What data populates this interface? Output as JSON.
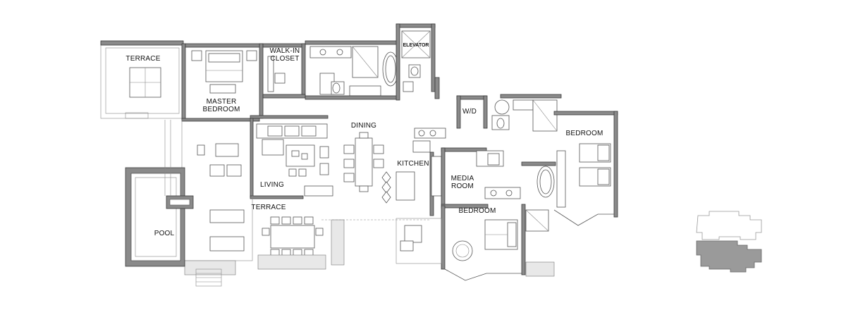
{
  "rooms": [
    {
      "id": "terrace-top",
      "lines": [
        "TERRACE"
      ]
    },
    {
      "id": "master-bedroom",
      "lines": [
        "MASTER",
        "BEDROOM"
      ]
    },
    {
      "id": "walk-in-closet",
      "lines": [
        "WALK-IN",
        "CLOSET"
      ]
    },
    {
      "id": "elevator",
      "lines": [
        "ELEVATOR"
      ]
    },
    {
      "id": "wd",
      "lines": [
        "W/D"
      ]
    },
    {
      "id": "dining",
      "lines": [
        "DINING"
      ]
    },
    {
      "id": "kitchen",
      "lines": [
        "KITCHEN"
      ]
    },
    {
      "id": "living",
      "lines": [
        "LIVING"
      ]
    },
    {
      "id": "terrace-main",
      "lines": [
        "TERRACE"
      ]
    },
    {
      "id": "pool",
      "lines": [
        "POOL"
      ]
    },
    {
      "id": "media-room",
      "lines": [
        "MEDIA",
        "ROOM"
      ]
    },
    {
      "id": "bedroom-south",
      "lines": [
        "BEDROOM"
      ]
    },
    {
      "id": "bedroom-east",
      "lines": [
        "BEDROOM"
      ]
    }
  ],
  "key_plan": {
    "highlighted": "lower-unit"
  },
  "colors": {
    "wall": "#8a8a8a",
    "line": "#555555",
    "highlight": "#9a9a9a"
  }
}
